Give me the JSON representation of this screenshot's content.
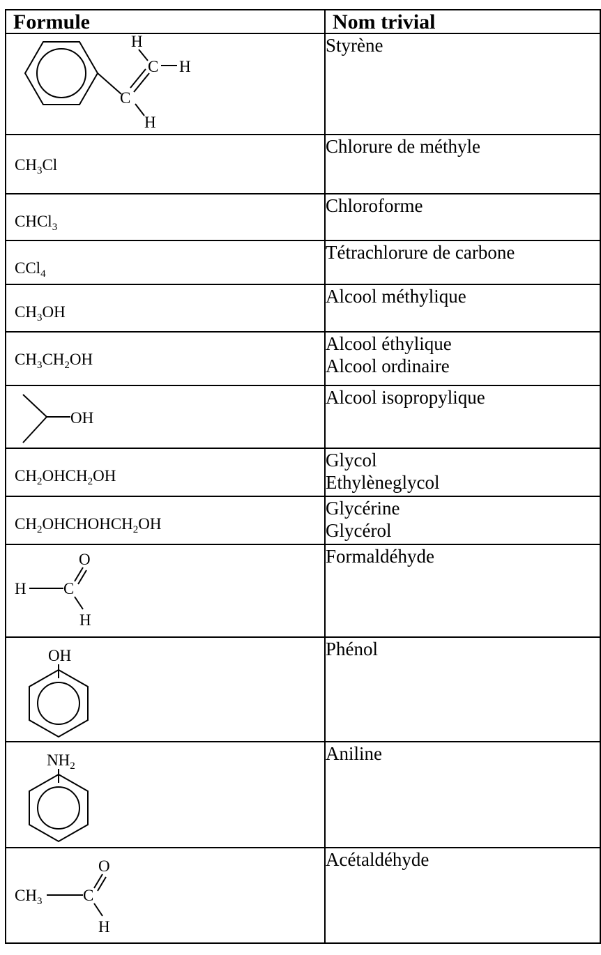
{
  "headers": {
    "formula": "Formule",
    "name": "Nom trivial"
  },
  "rows": [
    {
      "name1": "Styrène",
      "name2": "",
      "atoms": {
        "h_top": "H",
        "c_top": "C",
        "h_right": "H",
        "c_low": "C",
        "h_bottom": "H"
      }
    },
    {
      "formula": [
        "CH",
        "3",
        "Cl"
      ],
      "name1": "Chlorure de méthyle",
      "name2": ""
    },
    {
      "formula": [
        "CHCl",
        "3",
        ""
      ],
      "name1": "Chloroforme",
      "name2": ""
    },
    {
      "formula": [
        "CCl",
        "4",
        ""
      ],
      "name1": "Tétrachlorure de carbone",
      "name2": ""
    },
    {
      "formula": [
        "CH",
        "3",
        "OH"
      ],
      "name1": "Alcool méthylique",
      "name2": ""
    },
    {
      "formula": [
        "CH",
        "3",
        "CH",
        "2",
        "OH"
      ],
      "name1": "Alcool éthylique",
      "name2": "Alcool ordinaire"
    },
    {
      "name1": "Alcool isopropylique",
      "name2": "",
      "atoms": {
        "oh": "OH"
      }
    },
    {
      "formula": [
        "CH",
        "2",
        "OHCH",
        "2",
        "OH"
      ],
      "name1": "Glycol",
      "name2": "Ethylèneglycol"
    },
    {
      "formula": [
        "CH",
        "2",
        "OHCHOHCH",
        "2",
        "OH"
      ],
      "name1": "Glycérine",
      "name2": "Glycérol"
    },
    {
      "name1": "Formaldéhyde",
      "name2": "",
      "atoms": {
        "o": "O",
        "h_left": "H",
        "c": "C",
        "h_bottom": "H"
      }
    },
    {
      "name1": "Phénol",
      "name2": "",
      "atoms": {
        "oh": "OH"
      }
    },
    {
      "name1": "Aniline",
      "name2": "",
      "atoms": {
        "n": "NH",
        "n_sub": "2"
      }
    },
    {
      "name1": "Acétaldéhyde",
      "name2": "",
      "atoms": {
        "ch": "CH",
        "ch_sub": "3",
        "c": "C",
        "o": "O",
        "h": "H"
      }
    }
  ]
}
